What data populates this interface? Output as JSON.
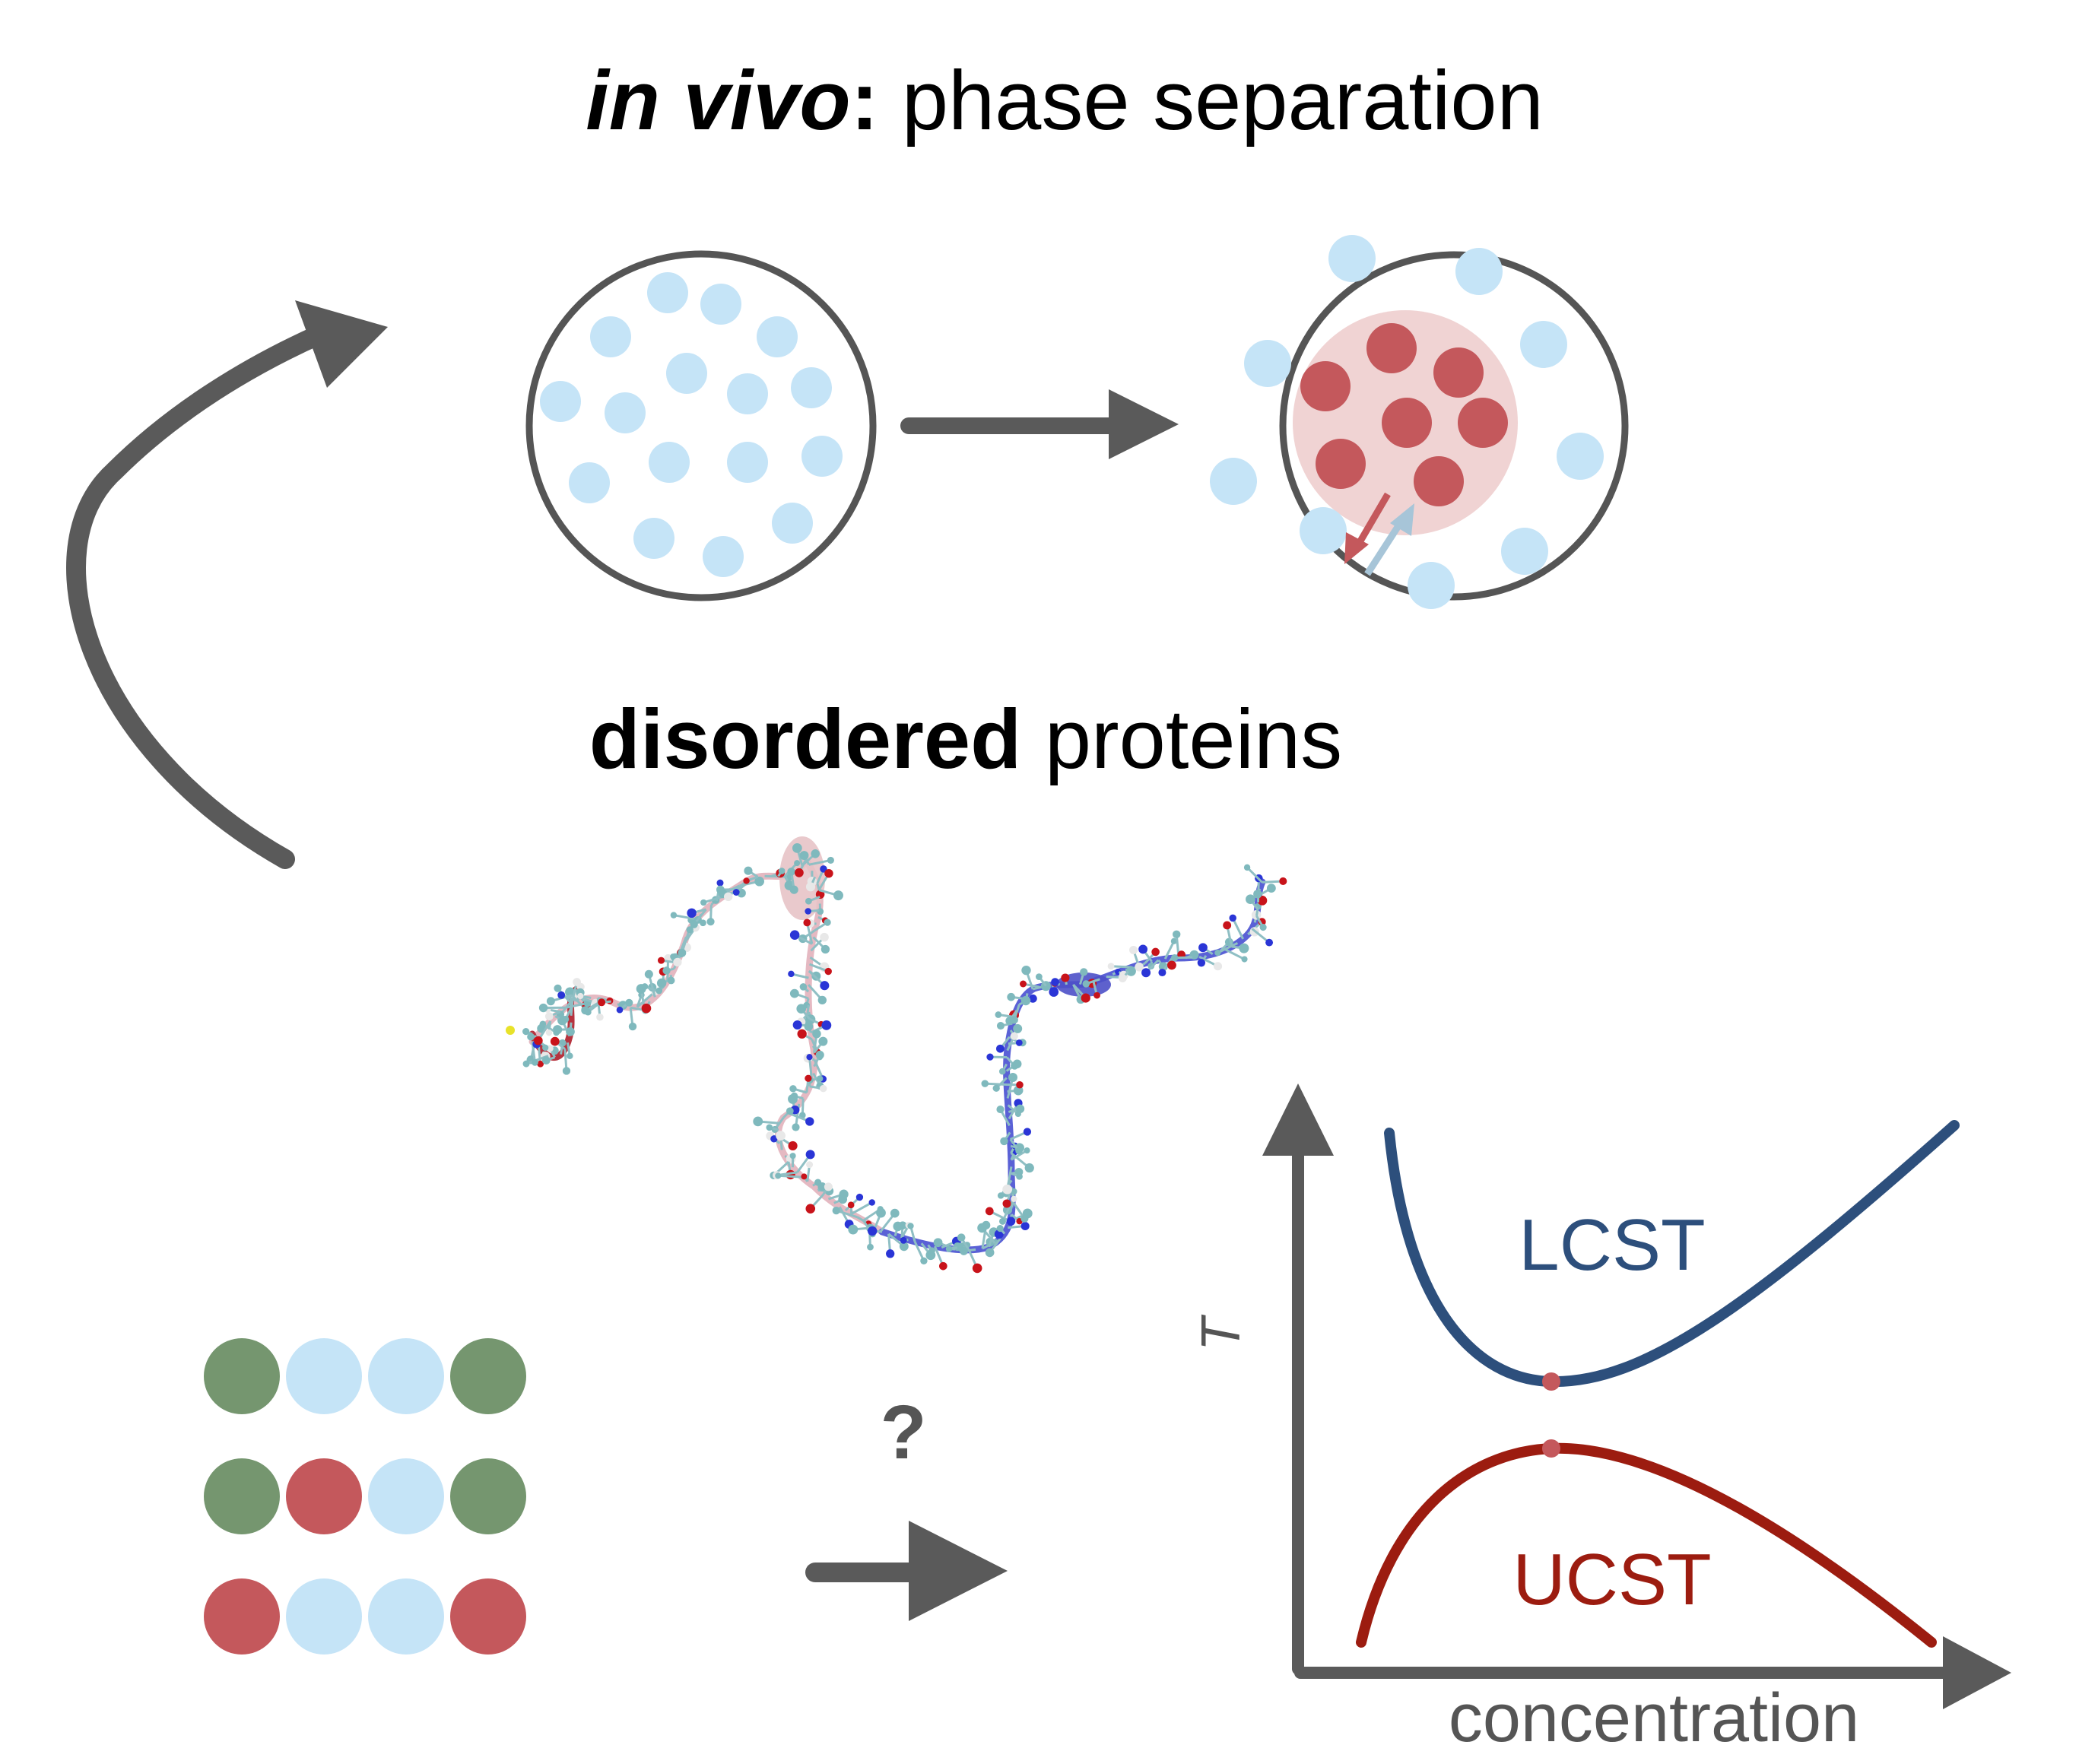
{
  "header": {
    "title_italic": "in vivo",
    "title_colon": ":",
    "title_rest": " phase separation"
  },
  "section": {
    "title_bold": "disordered",
    "title_rest": " proteins"
  },
  "sequence_question": "?",
  "phase_diagram": {
    "y_label": "T",
    "x_label": "concentration",
    "upper_curve_label": "LCST",
    "lower_curve_label": "UCST"
  },
  "sequence_grid": [
    [
      "green",
      "blue",
      "blue",
      "green"
    ],
    [
      "green",
      "red",
      "blue",
      "green"
    ],
    [
      "red",
      "blue",
      "blue",
      "red"
    ]
  ],
  "colors": {
    "arrow_gray": "#5a5a5a",
    "light_blue": "#c5e4f7",
    "droplet_red": "#c4585c",
    "droplet_halo": "#f0d3d3",
    "bead_green": "#75966f",
    "lcst_blue": "#2d4f7c",
    "ucst_red": "#9c1c10",
    "label_gray": "#555555",
    "text_black": "#000000"
  }
}
